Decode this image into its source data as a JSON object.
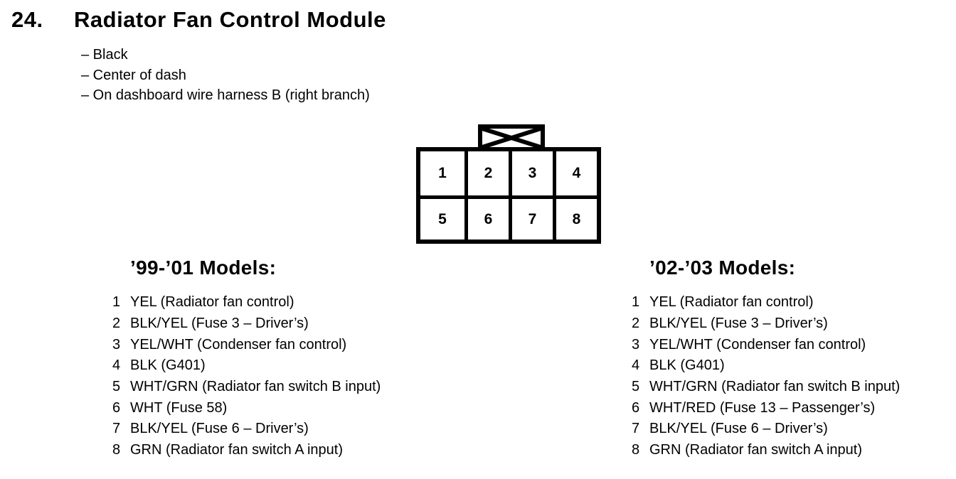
{
  "page": {
    "item_number": "24.",
    "title": "Radiator Fan Control Module",
    "attributes": [
      "– Black",
      "– Center of dash",
      "– On dashboard wire harness B (right branch)"
    ]
  },
  "connector": {
    "cells": [
      "1",
      "2",
      "3",
      "4",
      "5",
      "6",
      "7",
      "8"
    ]
  },
  "pinout_columns": [
    {
      "heading": "’99-’01 Models:",
      "pins": [
        {
          "num": "1",
          "desc": "YEL (Radiator fan control)"
        },
        {
          "num": "2",
          "desc": "BLK/YEL (Fuse 3 – Driver’s)"
        },
        {
          "num": "3",
          "desc": "YEL/WHT (Condenser fan control)"
        },
        {
          "num": "4",
          "desc": "BLK (G401)"
        },
        {
          "num": "5",
          "desc": "WHT/GRN (Radiator fan switch B input)"
        },
        {
          "num": "6",
          "desc": "WHT (Fuse 58)"
        },
        {
          "num": "7",
          "desc": "BLK/YEL (Fuse 6 – Driver’s)"
        },
        {
          "num": "8",
          "desc": "GRN (Radiator fan switch A input)"
        }
      ]
    },
    {
      "heading": "’02-’03 Models:",
      "pins": [
        {
          "num": "1",
          "desc": "YEL (Radiator fan control)"
        },
        {
          "num": "2",
          "desc": "BLK/YEL (Fuse 3 – Driver’s)"
        },
        {
          "num": "3",
          "desc": "YEL/WHT (Condenser fan control)"
        },
        {
          "num": "4",
          "desc": "BLK (G401)"
        },
        {
          "num": "5",
          "desc": "WHT/GRN (Radiator fan switch B input)"
        },
        {
          "num": "6",
          "desc": "WHT/RED (Fuse 13 – Passenger’s)"
        },
        {
          "num": "7",
          "desc": "BLK/YEL (Fuse 6 – Driver’s)"
        },
        {
          "num": "8",
          "desc": "GRN (Radiator fan switch A input)"
        }
      ]
    }
  ],
  "colors": {
    "text": "#000000",
    "background": "#ffffff"
  }
}
